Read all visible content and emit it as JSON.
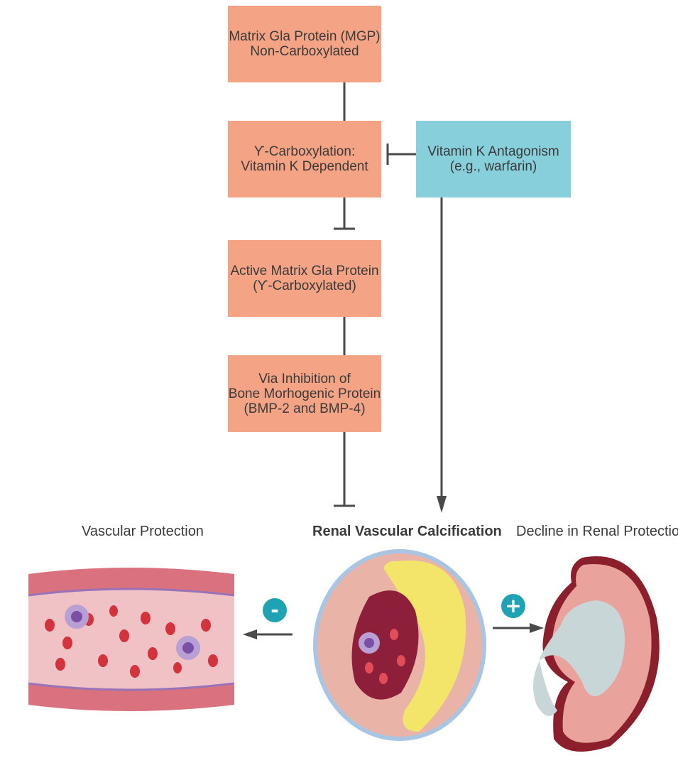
{
  "boxes": {
    "mgp": {
      "line1": "Matrix Gla Protein (MGP)",
      "line2": "Non-Carboxylated"
    },
    "carboxylation": {
      "line1": "ϒ-Carboxylation:",
      "line2": "Vitamin K Dependent"
    },
    "active": {
      "line1": "Active Matrix Gla Protein",
      "line2": "(ϒ-Carboxylated)"
    },
    "inhibition": {
      "line1": "Via Inhibition of",
      "line2": "Bone Morhogenic Protein",
      "line3": "(BMP-2 and BMP-4)"
    },
    "antagonism": {
      "line1": "Vitamin K Antagonism",
      "line2": "(e.g., warfarin)"
    }
  },
  "captions": {
    "left": "Vascular Protection",
    "center": "Renal Vascular Calcification",
    "right": "Decline in Renal Protection"
  },
  "signs": {
    "minus": "-",
    "plus": "+"
  },
  "colors": {
    "box_salmon": "#f4a385",
    "box_teal": "#86cfdb",
    "sign_teal": "#1fa3b4",
    "connector": "#4a4a4a"
  },
  "icons": [
    "blood-vessel-illustration",
    "calcified-artery-illustration",
    "kidney-illustration"
  ]
}
